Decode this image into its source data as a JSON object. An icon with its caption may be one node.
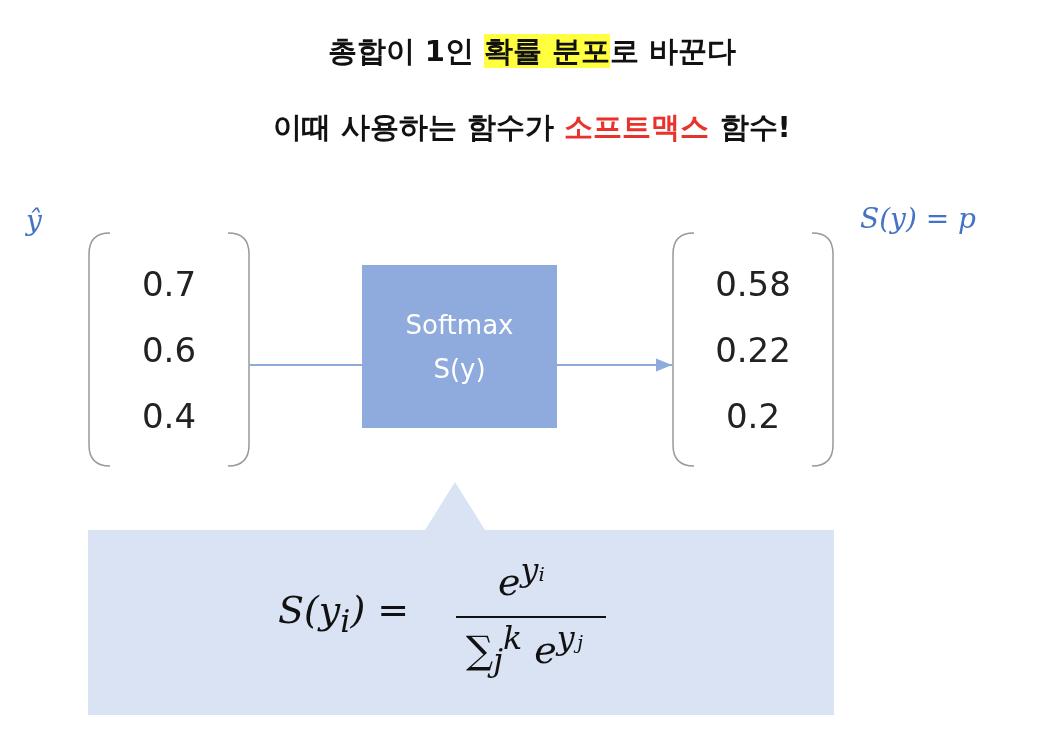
{
  "diagram": {
    "title": "총합이 1인 **확률 분포**로 바꾼다",
    "nodes": [
      {
        "text": [
          "0.7",
          "0.6",
          "0.4"
        ]
      },
      {
        "text": [
          "Softmax",
          "S(y)"
        ]
      },
      {
        "text": [
          "0.58",
          "0.22",
          "0.2"
        ]
      },
      {
        "text": [
          "S(y$_{i}$) =",
          "e$^{yᵢ}$",
          "∑$_{j}$$^{k}$ e$^{yⱼ}$"
        ]
      }
    ],
    "edges": [
      {
        "from": 0,
        "to": 1,
        "arrow": "none"
      },
      {
        "from": 1,
        "to": 2,
        "arrow": "to"
      }
    ],
    "labels": [
      "이때 사용하는 함수가 **소프트맥스** 함수!",
      "ŷ",
      "S(y) = p"
    ]
  }
}
